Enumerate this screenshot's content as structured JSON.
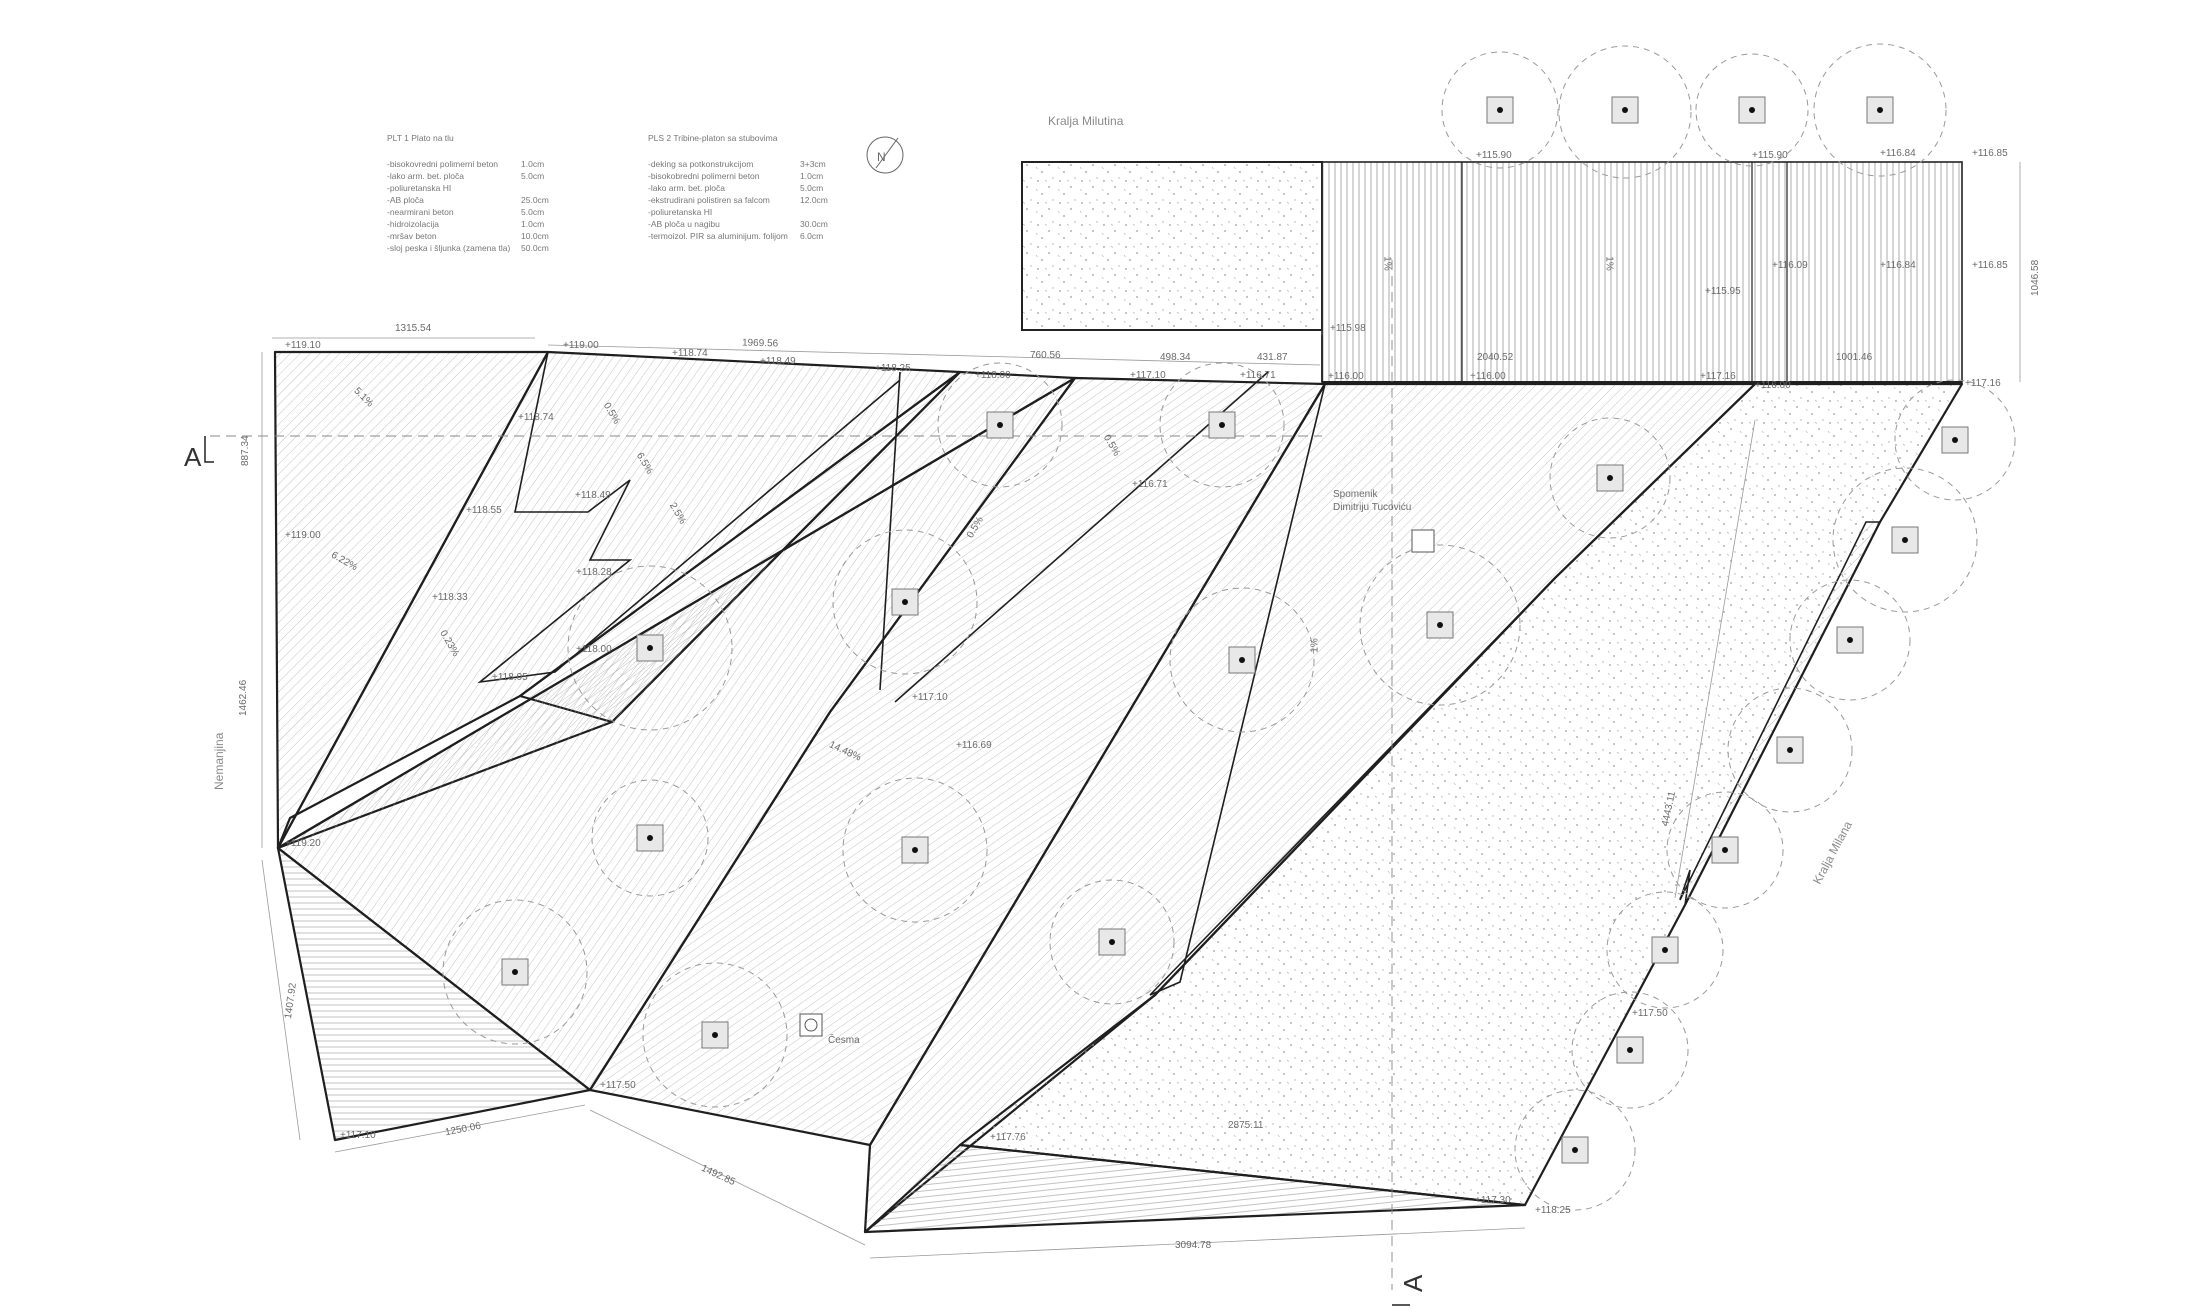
{
  "streets": {
    "north": "Kralja Milutina",
    "west": "Nemanjina",
    "east": "Kralja Milana"
  },
  "section_mark": "A",
  "north_arrow": "N",
  "labels": {
    "monument": "Spomenik\nDimitriju Tucoviću",
    "fountain": "Česma"
  },
  "spec_plt1": {
    "title": "PLT 1 Plato na tlu",
    "rows": [
      {
        "name": "-bisokovredni polimerni beton",
        "value": "1.0cm"
      },
      {
        "name": "-lako arm. bet. ploča",
        "value": "5.0cm"
      },
      {
        "name": "-poliuretanska HI",
        "value": ""
      },
      {
        "name": "-AB ploča",
        "value": "25.0cm"
      },
      {
        "name": "-nearmirani beton",
        "value": "5.0cm"
      },
      {
        "name": "-hidroizolacija",
        "value": "1.0cm"
      },
      {
        "name": "-mršav beton",
        "value": "10.0cm"
      },
      {
        "name": "-sloj peska i šljunka (zamena tla)",
        "value": "50.0cm"
      }
    ]
  },
  "spec_pls2": {
    "title": "PLS 2 Tribine-platon sa stubovima",
    "rows": [
      {
        "name": "-deking sa potkonstrukcijom",
        "value": "3+3cm"
      },
      {
        "name": "-bisokobredni polimerni beton",
        "value": "1.0cm"
      },
      {
        "name": "-lako arm. bet. ploča",
        "value": "5.0cm"
      },
      {
        "name": "-ekstrudirani polistiren sa falcom",
        "value": "12.0cm"
      },
      {
        "name": "-poliuretanska HI",
        "value": ""
      },
      {
        "name": "-AB ploča u nagibu",
        "value": "30.0cm"
      },
      {
        "name": "-termoizol. PIR sa aluminijum. folijom",
        "value": "6.0cm"
      }
    ]
  },
  "elevations": [
    "+119.10",
    "+119.00",
    "+118.74",
    "+118.49",
    "+118.25",
    "+118.00",
    "+117.10",
    "+116.71",
    "+116.00",
    "+116.00",
    "+117.16",
    "+116.00",
    "+117.16",
    "+115.98",
    "+115.90",
    "+115.90",
    "+116.84",
    "+116.85",
    "+115.95",
    "+116.09",
    "+116.84",
    "+116.85",
    "+118.74",
    "+118.55",
    "+119.00",
    "+118.49",
    "+118.33",
    "+118.28",
    "+118.00",
    "+118.05",
    "+116.71",
    "+117.10",
    "+116.69",
    "+119.20",
    "+117.50",
    "+117.10",
    "+117.76",
    "+117.50",
    "+117.30",
    "+118.25"
  ],
  "dimensions": [
    "1315.54",
    "1969.56",
    "760.56",
    "498.34",
    "431.87",
    "2040.52",
    "1001.46",
    "1046.58",
    "887.34",
    "1462.46",
    "1407.92",
    "1250.06",
    "1492.85",
    "3094.78",
    "2875.11",
    "4443.11"
  ],
  "slopes": [
    "5.1%",
    "0.5%",
    "6.22%",
    "6.5%",
    "0.23%",
    "2.5%",
    "0.5%",
    "0.5%",
    "1%",
    "1%",
    "1%",
    "14.48%"
  ]
}
